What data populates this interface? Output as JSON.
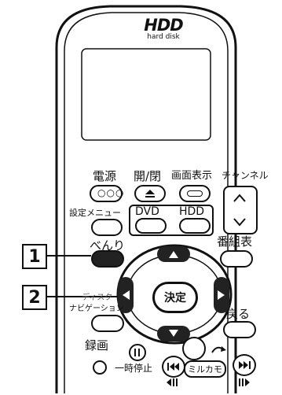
{
  "logo": {
    "brand": "HDD",
    "subtitle": "hard disk"
  },
  "labels": {
    "power": "電源",
    "open_close": "開/閉",
    "display": "画面表示",
    "channel": "チャンネル",
    "setup_menu": "設定メニュー",
    "dvd": "DVD",
    "hdd": "HDD",
    "benri": "べんり",
    "program_guide": "番組表",
    "enter": "決定",
    "disc_nav_top": "ディスク",
    "disc_nav_bottom": "ナビゲーション",
    "return": "戻る",
    "record": "録画",
    "pause": "一時停止",
    "mirukamo": "ミルカモ"
  },
  "callouts": [
    "1",
    "2"
  ],
  "colors": {
    "outline": "#111111",
    "cursor_fill": "#222222"
  }
}
